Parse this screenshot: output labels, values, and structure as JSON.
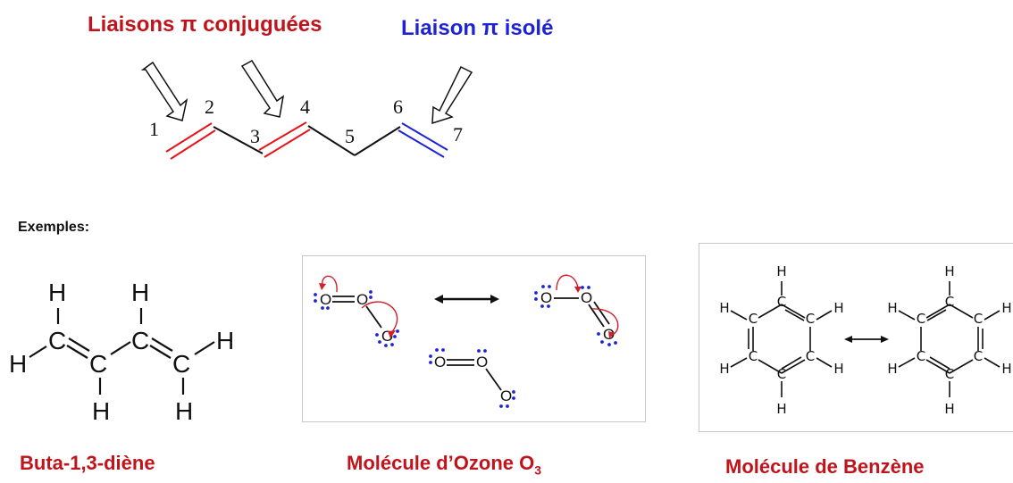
{
  "header": {
    "conj_label": "Liaisons π conjuguées",
    "isol_label": "Liaison π isolé"
  },
  "chain": {
    "numbers": [
      "1",
      "2",
      "3",
      "4",
      "5",
      "6",
      "7"
    ],
    "colors": {
      "conjugated": "#e8141c",
      "isolated": "#1f23d6",
      "single": "#111111"
    }
  },
  "examples_label": "Exemples:",
  "butadiene": {
    "caption": "Buta-1,3-diène",
    "atoms": {
      "h": "H",
      "c": "C"
    }
  },
  "ozone": {
    "caption": "Molécule d’Ozone O",
    "caption_sub": "3",
    "atom": "O"
  },
  "benzene": {
    "caption": "Molécule de Benzène",
    "atoms": {
      "h": "H",
      "c": "C"
    }
  }
}
